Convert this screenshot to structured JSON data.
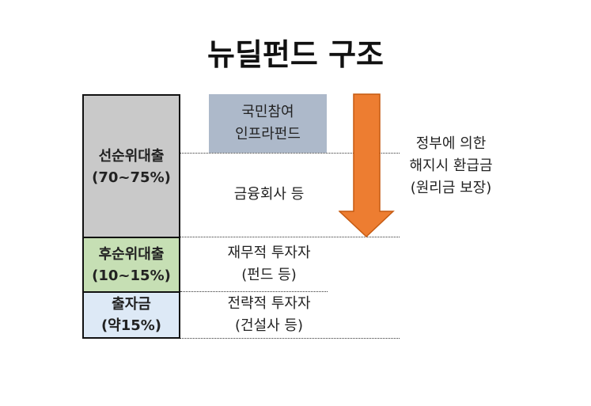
{
  "title": "뉴딜펀드 구조",
  "tranches": [
    {
      "name": "선순위대출",
      "share": "(70~75%)",
      "color": "#c9c9c9",
      "investor": "금융회사 등"
    },
    {
      "name": "후순위대출",
      "share": "(10~15%)",
      "color": "#c6dfb4",
      "investor_line1": "재무적 투자자",
      "investor_line2": "(펀드 등)"
    },
    {
      "name": "출자금",
      "share": "(약15%)",
      "color": "#dde9f6",
      "investor_line1": "전략적 투자자",
      "investor_line2": "(건설사 등)"
    }
  ],
  "fund_box": {
    "line1": "국민참여",
    "line2": "인프라펀드",
    "color": "#adb9ca"
  },
  "arrow_color": "#ed7d31",
  "guarantee": {
    "line1": "정부에 의한",
    "line2": "해지시 환급금",
    "line3": "(원리금 보장)"
  }
}
